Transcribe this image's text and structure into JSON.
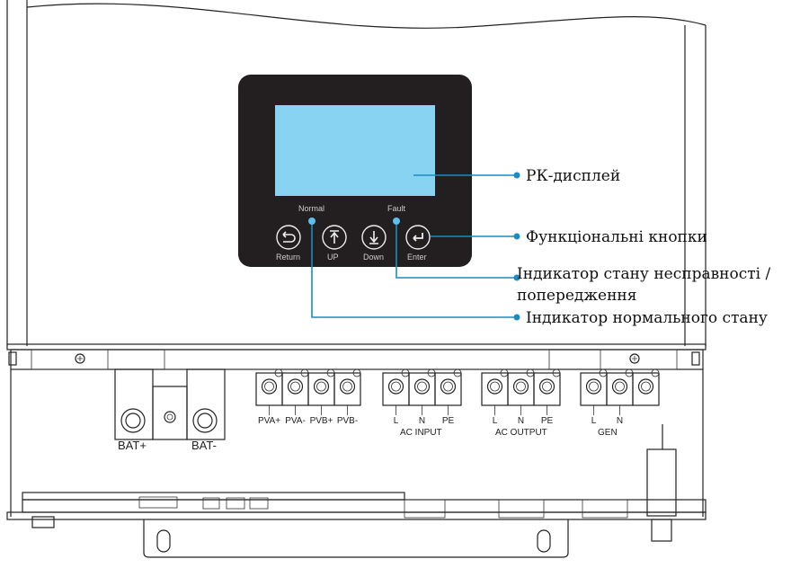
{
  "panel": {
    "led_normal_label": "Normal",
    "led_fault_label": "Fault",
    "buttons": [
      {
        "label": "Return",
        "icon": "return-icon"
      },
      {
        "label": "UP",
        "icon": "arrow-up-icon"
      },
      {
        "label": "Down",
        "icon": "arrow-down-icon"
      },
      {
        "label": "Enter",
        "icon": "enter-icon"
      }
    ],
    "colors": {
      "bezel": "#231f20",
      "lcd": "#87d3f1",
      "led": "#5bc0eb",
      "callout": "#1a8cc0"
    }
  },
  "callouts": {
    "lcd": "РК-дисплей",
    "buttons": "Функціональні кнопки",
    "fault_line1": "Індикатор стану несправності /",
    "fault_line2": "попередження",
    "normal": "Індикатор нормального стану"
  },
  "terminals": {
    "pv": [
      "PVA+",
      "PVA-",
      "PVB+",
      "PVB-"
    ],
    "ac_input": {
      "pins": [
        "L",
        "N",
        "PE"
      ],
      "label": "AC INPUT"
    },
    "ac_output": {
      "pins": [
        "L",
        "N",
        "PE"
      ],
      "label": "AC OUTPUT"
    },
    "gen": {
      "pins": [
        "L",
        "N"
      ],
      "label": "GEN"
    },
    "bat_plus": "BAT+",
    "bat_minus": "BAT-"
  }
}
